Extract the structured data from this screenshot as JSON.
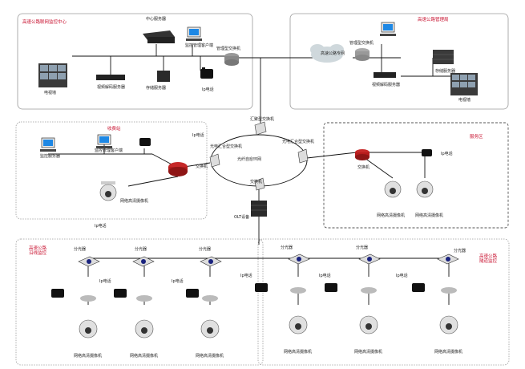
{
  "regions": {
    "monitor_center": "高速公路联网监控中心",
    "central_server": "中心服务器",
    "management_center": "高速公路管理局",
    "sub_center": "收费站",
    "service_area": "服务区",
    "left_stations": "高速公路\n沿线监控",
    "right_stations": "高速公路\n隧道监控"
  },
  "labels": {
    "tv_wall": "电视墙",
    "decoder_server": "视频解码服务器",
    "storage_server": "存储服务器",
    "mgmt_client": "监控管理客户端",
    "ip_phone": "Ip电话",
    "mgmt_switch": "管理型交换机",
    "cloud": "高速公路专网",
    "storage_device": "存储服务器",
    "decoder2": "视频解码服务器",
    "tv_wall2": "电视墙",
    "convergence_switch": "汇聚型交换机",
    "optical_switch": "光电汇合型交换机",
    "ring": "光纤自愈环网",
    "switch": "交换机",
    "olt": "OLT设备",
    "splitter": "分光器",
    "network_camera": "网络高清摄像机",
    "monitor_client": "监控管理客户端",
    "monitor_pc": "监控服务器"
  },
  "colors": {
    "region_title": "#c8102e",
    "line": "#111111",
    "border": "#9a9a9a",
    "router": "#c62828",
    "splitter": "#1a237e"
  }
}
